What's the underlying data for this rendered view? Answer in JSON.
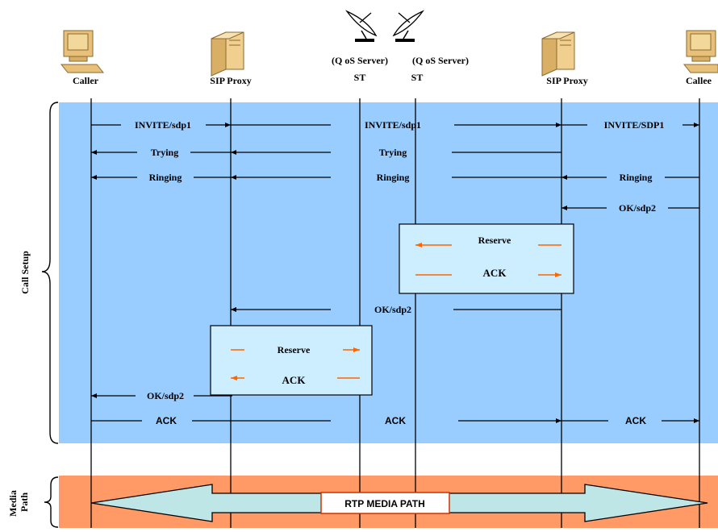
{
  "entities": [
    {
      "id": "caller",
      "label": "Caller",
      "icon": "desktop-computer-icon"
    },
    {
      "id": "sip-proxy-1",
      "label": "SIP Proxy",
      "icon": "server-tower-icon"
    },
    {
      "id": "qos-st-1",
      "label": "(Q oS Server)",
      "sublabel": "ST",
      "icon": "satellite-dish-icon"
    },
    {
      "id": "qos-st-2",
      "label": "(Q oS Server)",
      "sublabel": "ST",
      "icon": "satellite-dish-icon"
    },
    {
      "id": "sip-proxy-2",
      "label": "SIP Proxy",
      "icon": "server-tower-icon"
    },
    {
      "id": "callee",
      "label": "Callee",
      "icon": "desktop-computer-icon"
    }
  ],
  "phases": {
    "call_setup": "Call Setup",
    "media_path": "Media Path"
  },
  "messages": [
    {
      "label": "INVITE/sdp1"
    },
    {
      "label": "INVITE/sdp1"
    },
    {
      "label": "INVITE/SDP1"
    },
    {
      "label": "Trying"
    },
    {
      "label": "Trying"
    },
    {
      "label": "Ringing"
    },
    {
      "label": "Ringing"
    },
    {
      "label": "Ringing"
    },
    {
      "label": "OK/sdp2"
    },
    {
      "label": "OK/sdp2"
    },
    {
      "label": "OK/sdp2"
    },
    {
      "label": "ACK"
    },
    {
      "label": "ACK"
    },
    {
      "label": "ACK"
    }
  ],
  "reservation_boxes": [
    {
      "reserve": "Reserve",
      "ack": "ACK"
    },
    {
      "reserve": "Reserve",
      "ack": "ACK"
    }
  ],
  "media": {
    "label": "RTP MEDIA PATH"
  },
  "colors": {
    "setup_band": "#99ccff",
    "media_band": "#ff9966",
    "reserve_box": "#cceeff",
    "media_arrow": "#bfe6e6",
    "reserve_arrow": "#ff6600",
    "line": "#000000"
  }
}
